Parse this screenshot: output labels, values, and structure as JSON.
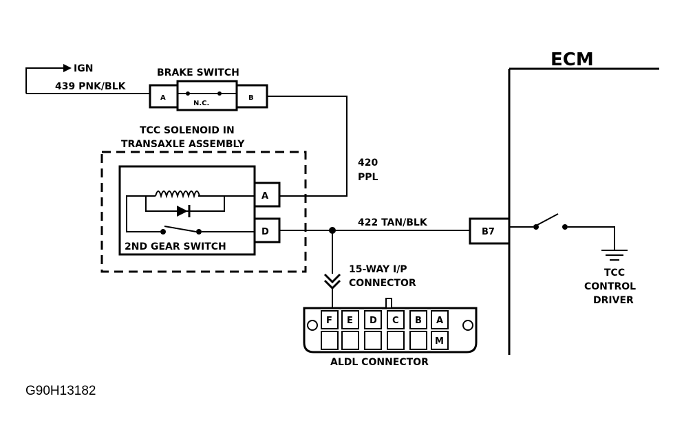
{
  "labels": {
    "ign": "IGN",
    "brake_switch": "BRAKE SWITCH",
    "wire_439": "439 PNK/BLK",
    "nc": "N.C.",
    "brake_pin_a": "A",
    "brake_pin_b": "B",
    "tcc_solenoid_line1": "TCC SOLENOID IN",
    "tcc_solenoid_line2": "TRANSAXLE ASSEMBLY",
    "wire_420_num": "420",
    "wire_420_color": "PPL",
    "solenoid_pin_a": "A",
    "solenoid_pin_d": "D",
    "second_gear_switch": "2ND GEAR SWITCH",
    "wire_422": "422 TAN/BLK",
    "ecm": "ECM",
    "ecm_pin_b7": "B7",
    "tcc_driver_line1": "TCC",
    "tcc_driver_line2": "CONTROL",
    "tcc_driver_line3": "DRIVER",
    "ip_connector_line1": "15-WAY I/P",
    "ip_connector_line2": "CONNECTOR",
    "aldl_connector": "ALDL CONNECTOR",
    "aldl_pins_top": [
      "F",
      "E",
      "D",
      "C",
      "B",
      "A"
    ],
    "aldl_pin_m": "M",
    "figure_id": "G90H13182"
  }
}
